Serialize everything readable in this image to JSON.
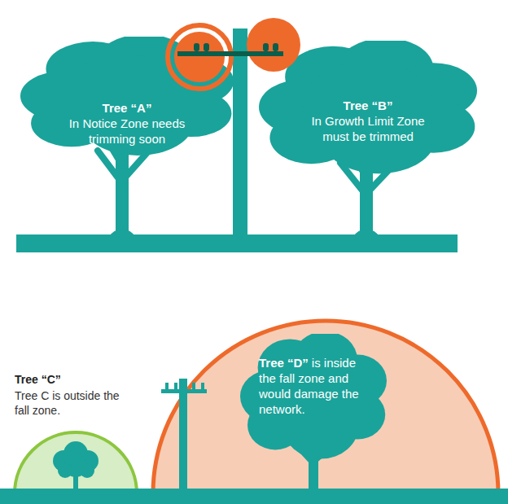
{
  "diagram": {
    "nodes": [
      {
        "text": [
          "Tree “A”",
          "In Notice Zone needs trimming soon"
        ]
      },
      {
        "text": [
          "Tree “B”",
          "In Growth Limit Zone must be trimmed"
        ]
      },
      {
        "text": [
          "Tree “D”",
          "is inside the fall zone and would damage the network."
        ]
      }
    ],
    "labels": [
      "Tree “C”",
      "Tree C is outside the fall zone."
    ]
  }
}
